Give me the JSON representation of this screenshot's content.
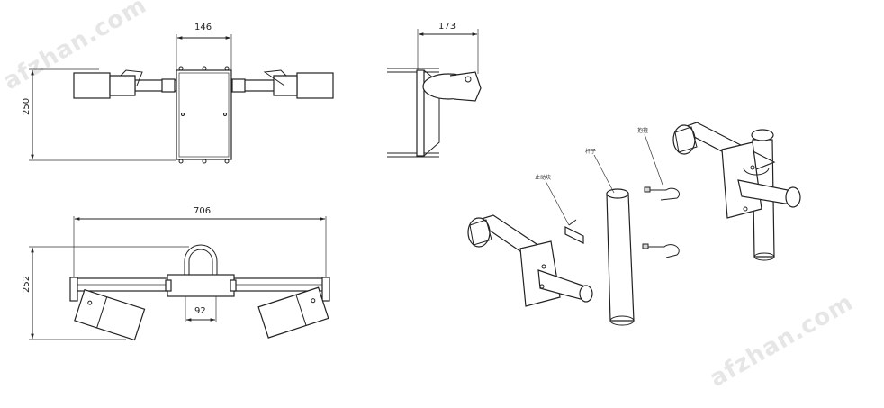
{
  "dimensions": {
    "top_width": "146",
    "top_height": "250",
    "side_width": "173",
    "front_width": "706",
    "front_height": "252",
    "clamp_width": "92"
  },
  "parts": {
    "stopper": "止动块",
    "pole": "杆子",
    "u_bolt": "抱箍"
  },
  "watermark": {
    "text": "afzhan.com"
  }
}
